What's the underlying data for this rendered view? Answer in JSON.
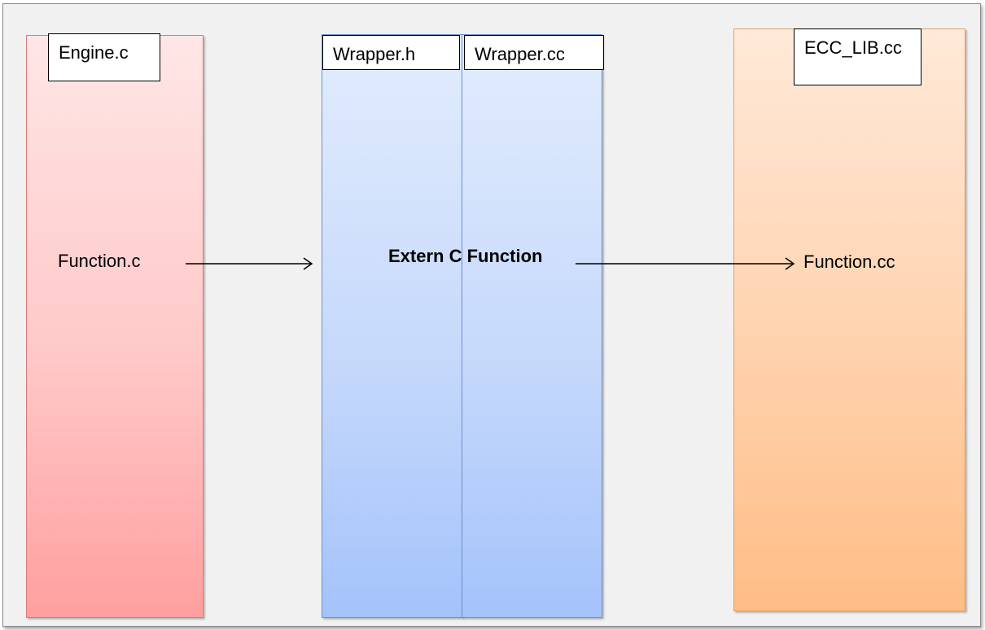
{
  "columns": {
    "engine": {
      "file_label": "Engine.c",
      "function_label": "Function.c"
    },
    "wrapper_h": {
      "file_label": "Wrapper.h"
    },
    "wrapper_cc": {
      "file_label": "Wrapper.cc"
    },
    "ecc_lib": {
      "file_label": "ECC_LIB.cc",
      "function_label": "Function.cc"
    }
  },
  "center_label": "Extern C Function",
  "colors": {
    "engine_fill": "#ffc8c8",
    "wrapper_fill": "#c6d9fb",
    "ecc_fill": "#ffd2ad",
    "arrow": "#000000"
  }
}
